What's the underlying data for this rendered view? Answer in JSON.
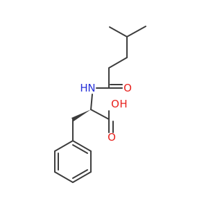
{
  "colors": {
    "bond": "#3c3c3c",
    "oxygen": "#e8211d",
    "nitrogen": "#2630d8",
    "background": "#ffffff"
  },
  "atom_labels": {
    "amide_nh": "N",
    "amide_h": "H",
    "amide_o": "O",
    "acid_oh_o": "O",
    "acid_oh_h": "H",
    "acid_carbonyl_o": "O"
  }
}
